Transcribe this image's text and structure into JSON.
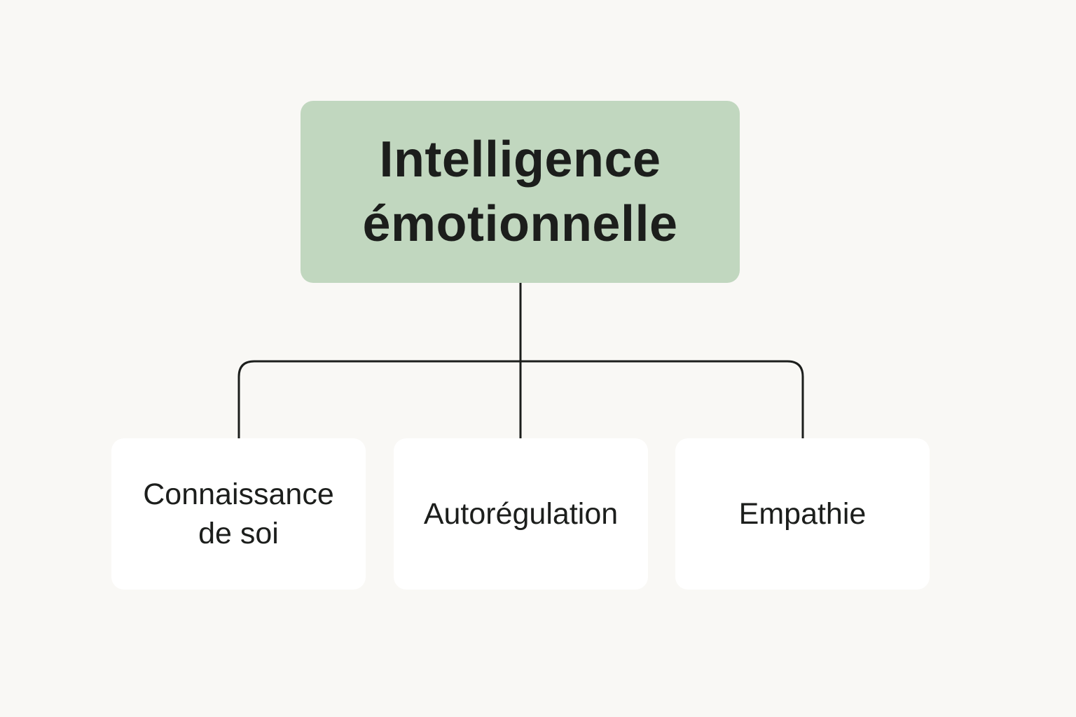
{
  "diagram": {
    "root": {
      "line1": "Intelligence",
      "line2": "émotionnelle"
    },
    "children": [
      {
        "line1": "Connaissance",
        "line2": "de soi"
      },
      {
        "line1": "Autorégulation"
      },
      {
        "line1": "Empathie"
      }
    ],
    "colors": {
      "background": "#f9f8f5",
      "root_fill": "#c1d7bf",
      "child_fill": "#ffffff",
      "connector": "#1c1e1c",
      "text": "#1c1e1c"
    }
  }
}
